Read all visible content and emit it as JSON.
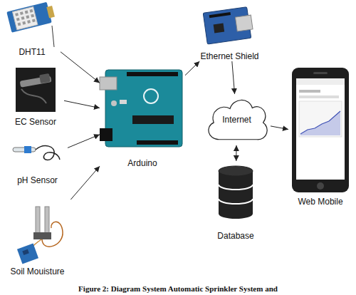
{
  "diagram": {
    "caption": "Figure 2: Diagram System Automatic Sprinkler System and",
    "nodes": [
      {
        "text": [
          "DHT11"
        ]
      },
      {
        "text": [
          "EC Sensor"
        ]
      },
      {
        "text": [
          "pH Sensor"
        ]
      },
      {
        "text": [
          "Soil Mouisture"
        ]
      },
      {
        "text": [
          "Arduino"
        ]
      },
      {
        "text": [
          "Ethernet Shield"
        ]
      },
      {
        "text": [
          "Internet"
        ]
      },
      {
        "text": [
          "Database"
        ]
      },
      {
        "text": [
          "Web Mobile"
        ]
      }
    ],
    "edges": [
      {
        "from": 0,
        "to": 4,
        "arrow": "to"
      },
      {
        "from": 1,
        "to": 4,
        "arrow": "to"
      },
      {
        "from": 2,
        "to": 4,
        "arrow": "to"
      },
      {
        "from": 3,
        "to": 4,
        "arrow": "to"
      },
      {
        "from": 4,
        "to": 5,
        "arrow": "to"
      },
      {
        "from": 5,
        "to": 6,
        "arrow": "to"
      },
      {
        "from": 6,
        "to": 7,
        "arrow": "both"
      },
      {
        "from": 6,
        "to": 8,
        "arrow": "to"
      }
    ]
  }
}
